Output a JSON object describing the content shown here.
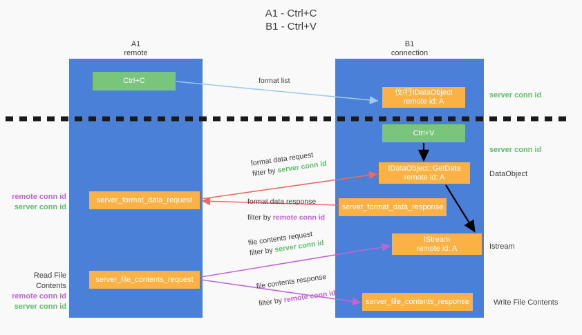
{
  "title": "A1 - Ctrl+C\nB1 - Ctrl+V",
  "columns": {
    "a1": {
      "header": "A1\nremote"
    },
    "b1": {
      "header": "B1\nconnection"
    }
  },
  "nodes": {
    "ctrl_c": "Ctrl+C",
    "idataobject": "伩/行IDataObject\nremote id: A",
    "ctrl_v": "Ctrl+V",
    "getdata": "IDataObject::GetData\nremote id: A",
    "format_data_request": "server_format_data_request",
    "format_data_response": "server_format_data_response",
    "istream": "IStream\nremote id: A",
    "file_contents_request": "server_file_contents_request",
    "file_contents_response": "server_file_contents_response"
  },
  "edges": {
    "format_list": "format list",
    "format_data_request_l1": "format data request",
    "format_data_request_l2_pre": "filter by ",
    "format_data_request_l2_key": "server conn id",
    "format_data_response_l1": "format data response",
    "format_data_response_l2_pre": "filter by ",
    "format_data_response_l2_key": "remote conn id",
    "file_contents_request_l1": "file contents request",
    "file_contents_request_l2_pre": "filter by ",
    "file_contents_request_l2_key": "server conn id",
    "file_contents_response_l1": "file contents response",
    "file_contents_response_l2_pre": "filter by ",
    "file_contents_response_l2_key": "remote conn id"
  },
  "annotations": {
    "right_server_conn_top": "server conn id",
    "right_server_conn_mid": "server conn id",
    "right_dataobject": "DataObject",
    "right_istream": "Istream",
    "right_write_file_contents": "Write File Contents",
    "left_remote_conn_1": "remote conn id",
    "left_server_conn_1": "server conn id",
    "left_read_file_contents": "Read File Contents",
    "left_remote_conn_2": "remote conn id",
    "left_server_conn_2": "server conn id"
  },
  "colors": {
    "background": "#f9f9f9",
    "lane_blue": "#4a80d8",
    "node_green": "#7ac57c",
    "node_orange": "#fbb143",
    "text_green": "#5fbf6a",
    "text_magenta": "#c264d6",
    "arrow_light_blue": "#9dc8ef",
    "arrow_red": "#ea6a68",
    "arrow_magenta": "#c264d6",
    "arrow_black": "#000000",
    "divider_dashed": "#1a1a1a"
  }
}
